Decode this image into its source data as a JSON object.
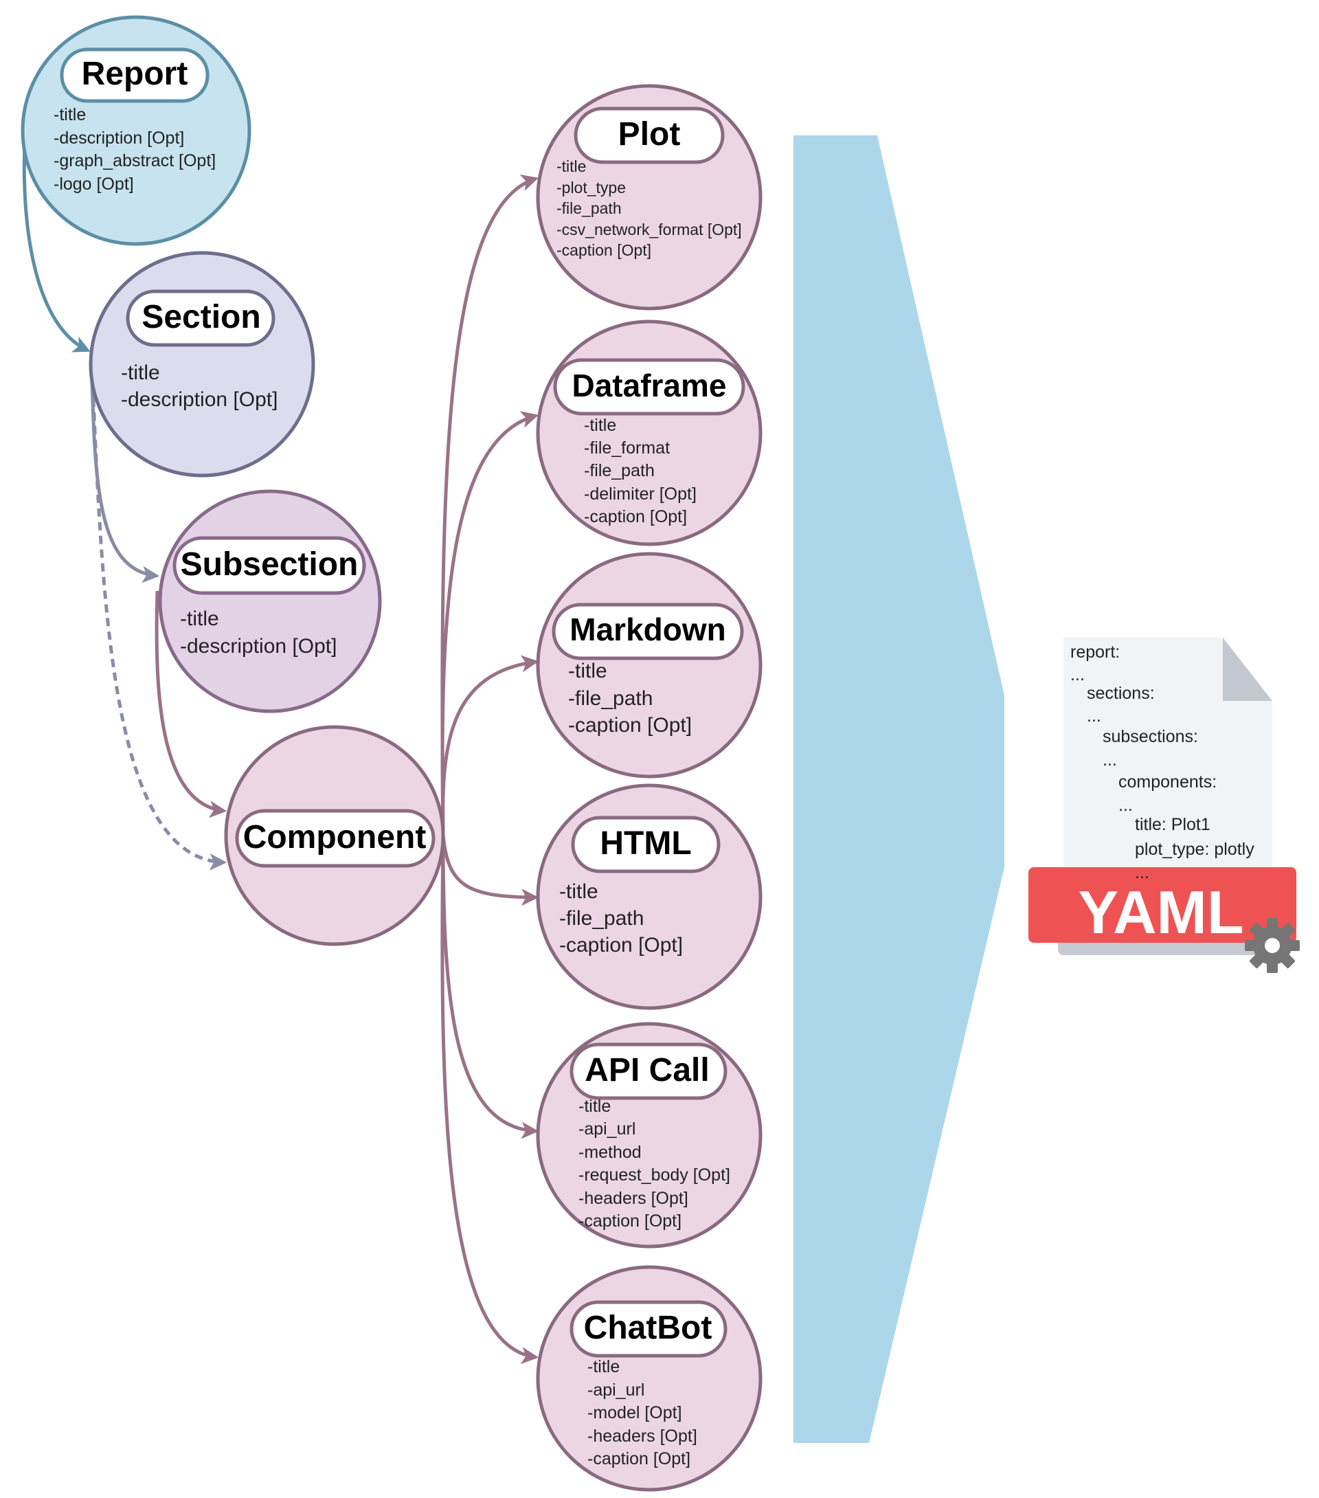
{
  "colors": {
    "report_fill": "#c6e3ef",
    "report_stroke": "#5c8fa6",
    "section_fill": "#dcdcee",
    "section_stroke": "#6e6e8c",
    "subsection_fill": "#e3d2e6",
    "subsection_stroke": "#886a8a",
    "component_fill": "#ecd6e4",
    "component_stroke": "#8a6a80",
    "arrow_component": "#9a7287",
    "arrow_section": "#8a8ca4",
    "funnel": "#acd7eb",
    "yaml_red": "#ef5253",
    "paper": "#f2f3f5"
  },
  "nodes": {
    "report": {
      "title": "Report",
      "fields": [
        "-title",
        "-description [Opt]",
        "-graph_abstract [Opt]",
        "-logo [Opt]"
      ]
    },
    "section": {
      "title": "Section",
      "fields": [
        "-title",
        "-description [Opt]"
      ]
    },
    "subsection": {
      "title": "Subsection",
      "fields": [
        "-title",
        "-description [Opt]"
      ]
    },
    "component": {
      "title": "Component"
    },
    "plot": {
      "title": "Plot",
      "fields": [
        "-title",
        "-plot_type",
        "-file_path",
        "-csv_network_format [Opt]",
        "-caption [Opt]"
      ]
    },
    "dataframe": {
      "title": "Dataframe",
      "fields": [
        "-title",
        "-file_format",
        "-file_path",
        "-delimiter [Opt]",
        "-caption [Opt]"
      ]
    },
    "markdown": {
      "title": "Markdown",
      "fields": [
        "-title",
        "-file_path",
        "-caption [Opt]"
      ]
    },
    "html": {
      "title": "HTML",
      "fields": [
        "-title",
        "-file_path",
        "-caption [Opt]"
      ]
    },
    "api_call": {
      "title": "API Call",
      "fields": [
        "-title",
        "-api_url",
        "-method",
        "-request_body [Opt]",
        "-headers [Opt]",
        "-caption [Opt]"
      ]
    },
    "chatbot": {
      "title": "ChatBot",
      "fields": [
        "-title",
        "-api_url",
        "-model [Opt]",
        "-headers [Opt]",
        "-caption [Opt]"
      ]
    }
  },
  "yaml_doc": {
    "lines": [
      "report:",
      "...",
      "sections:",
      "...",
      "subsections:",
      "...",
      "components:",
      "...",
      "title: Plot1",
      "plot_type: plotly",
      "..."
    ],
    "banner": "YAML",
    "icon": "gear-icon"
  }
}
